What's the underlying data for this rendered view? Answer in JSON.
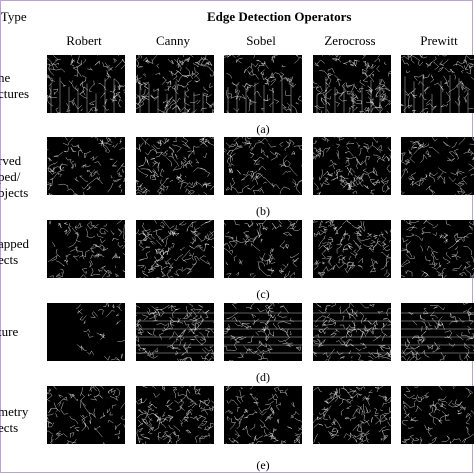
{
  "header": {
    "column_type_label": "e Type",
    "group_title": "Edge Detection Operators",
    "operators": [
      "Robert",
      "Canny",
      "Sobel",
      "Zerocross",
      "Prewitt"
    ]
  },
  "rows": [
    {
      "label_lines": [
        "ne",
        "ctures"
      ],
      "caption": "(a)"
    },
    {
      "label_lines": [
        "rved",
        "ped/",
        "bjects"
      ],
      "caption": "(b)"
    },
    {
      "label_lines": [
        "apped",
        "ects"
      ],
      "caption": "(c)"
    },
    {
      "label_lines": [
        "ture"
      ],
      "caption": "(d)"
    },
    {
      "label_lines": [
        "metry",
        "ects"
      ],
      "caption": "(e)"
    }
  ],
  "colors": {
    "frame": "#b9a7c8",
    "edge": "#ffffff",
    "background": "#000000"
  }
}
